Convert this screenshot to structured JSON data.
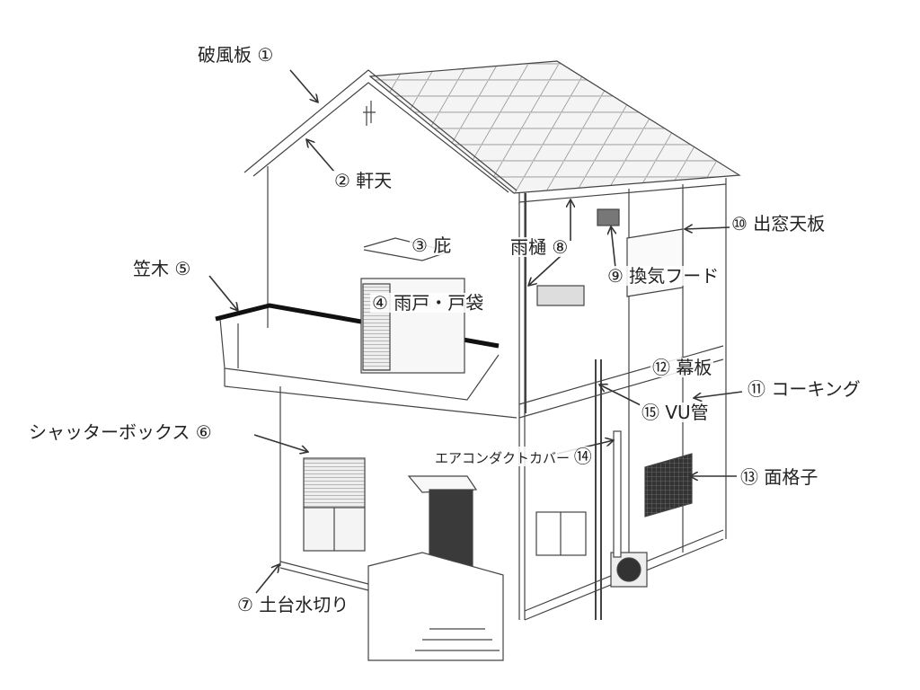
{
  "diagram": {
    "type": "house-exterior-parts",
    "stroke_color": "#333333",
    "labels": [
      {
        "id": 1,
        "number": "①",
        "text": "破風板",
        "order": "text-first"
      },
      {
        "id": 2,
        "number": "②",
        "text": "軒天",
        "order": "number-first"
      },
      {
        "id": 3,
        "number": "③",
        "text": "庇",
        "order": "number-first"
      },
      {
        "id": 4,
        "number": "④",
        "text": "雨戸・戸袋",
        "order": "number-first"
      },
      {
        "id": 5,
        "number": "⑤",
        "text": "笠木",
        "order": "text-first"
      },
      {
        "id": 6,
        "number": "⑥",
        "text": "シャッターボックス",
        "order": "text-first"
      },
      {
        "id": 7,
        "number": "⑦",
        "text": "土台水切り",
        "order": "number-first"
      },
      {
        "id": 8,
        "number": "⑧",
        "text": "雨樋",
        "order": "text-first"
      },
      {
        "id": 9,
        "number": "⑨",
        "text": "換気フード",
        "order": "number-first"
      },
      {
        "id": 10,
        "number": "⑩",
        "text": "出窓天板",
        "order": "number-first"
      },
      {
        "id": 11,
        "number": "⑪",
        "text": "コーキング",
        "order": "number-first"
      },
      {
        "id": 12,
        "number": "⑫",
        "text": "幕板",
        "order": "number-first"
      },
      {
        "id": 13,
        "number": "⑬",
        "text": "面格子",
        "order": "number-first"
      },
      {
        "id": 14,
        "number": "⑭",
        "text": "エアコンダクトカバー",
        "order": "text-first"
      },
      {
        "id": 15,
        "number": "⑮",
        "text": "VU管",
        "order": "number-first"
      }
    ]
  }
}
